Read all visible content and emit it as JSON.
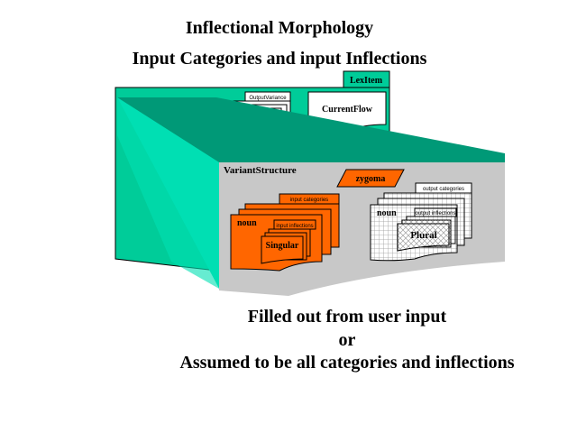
{
  "title": "Inflectional Morphology",
  "subtitle": "Input Categories and input Inflections",
  "lexitem": {
    "label": "LexItem",
    "output_variance_label": "OutputVariance",
    "current_flow_label": "CurrentFlow"
  },
  "variant_structure": {
    "label": "VariantStructure",
    "zygoma_label": "zygoma",
    "input_stack": {
      "categories_label": "input categories",
      "noun_label": "noun",
      "inflections_label": "input inflections",
      "value_label": "Singular"
    },
    "output_stack": {
      "categories_label": "output categories",
      "noun_label": "noun",
      "inflections_label": "output inflections",
      "value_label": "Plural"
    }
  },
  "footer": {
    "line1": "Filled out from user input",
    "line2": "or",
    "line3": "Assumed to be all categories and inflections"
  },
  "colors": {
    "lexitem_fill": "#00cc99",
    "zoom_top": "#009977",
    "zoom_left": "#00dfb3",
    "panel": "#c8c8c8",
    "input_fill": "#ff6600"
  }
}
